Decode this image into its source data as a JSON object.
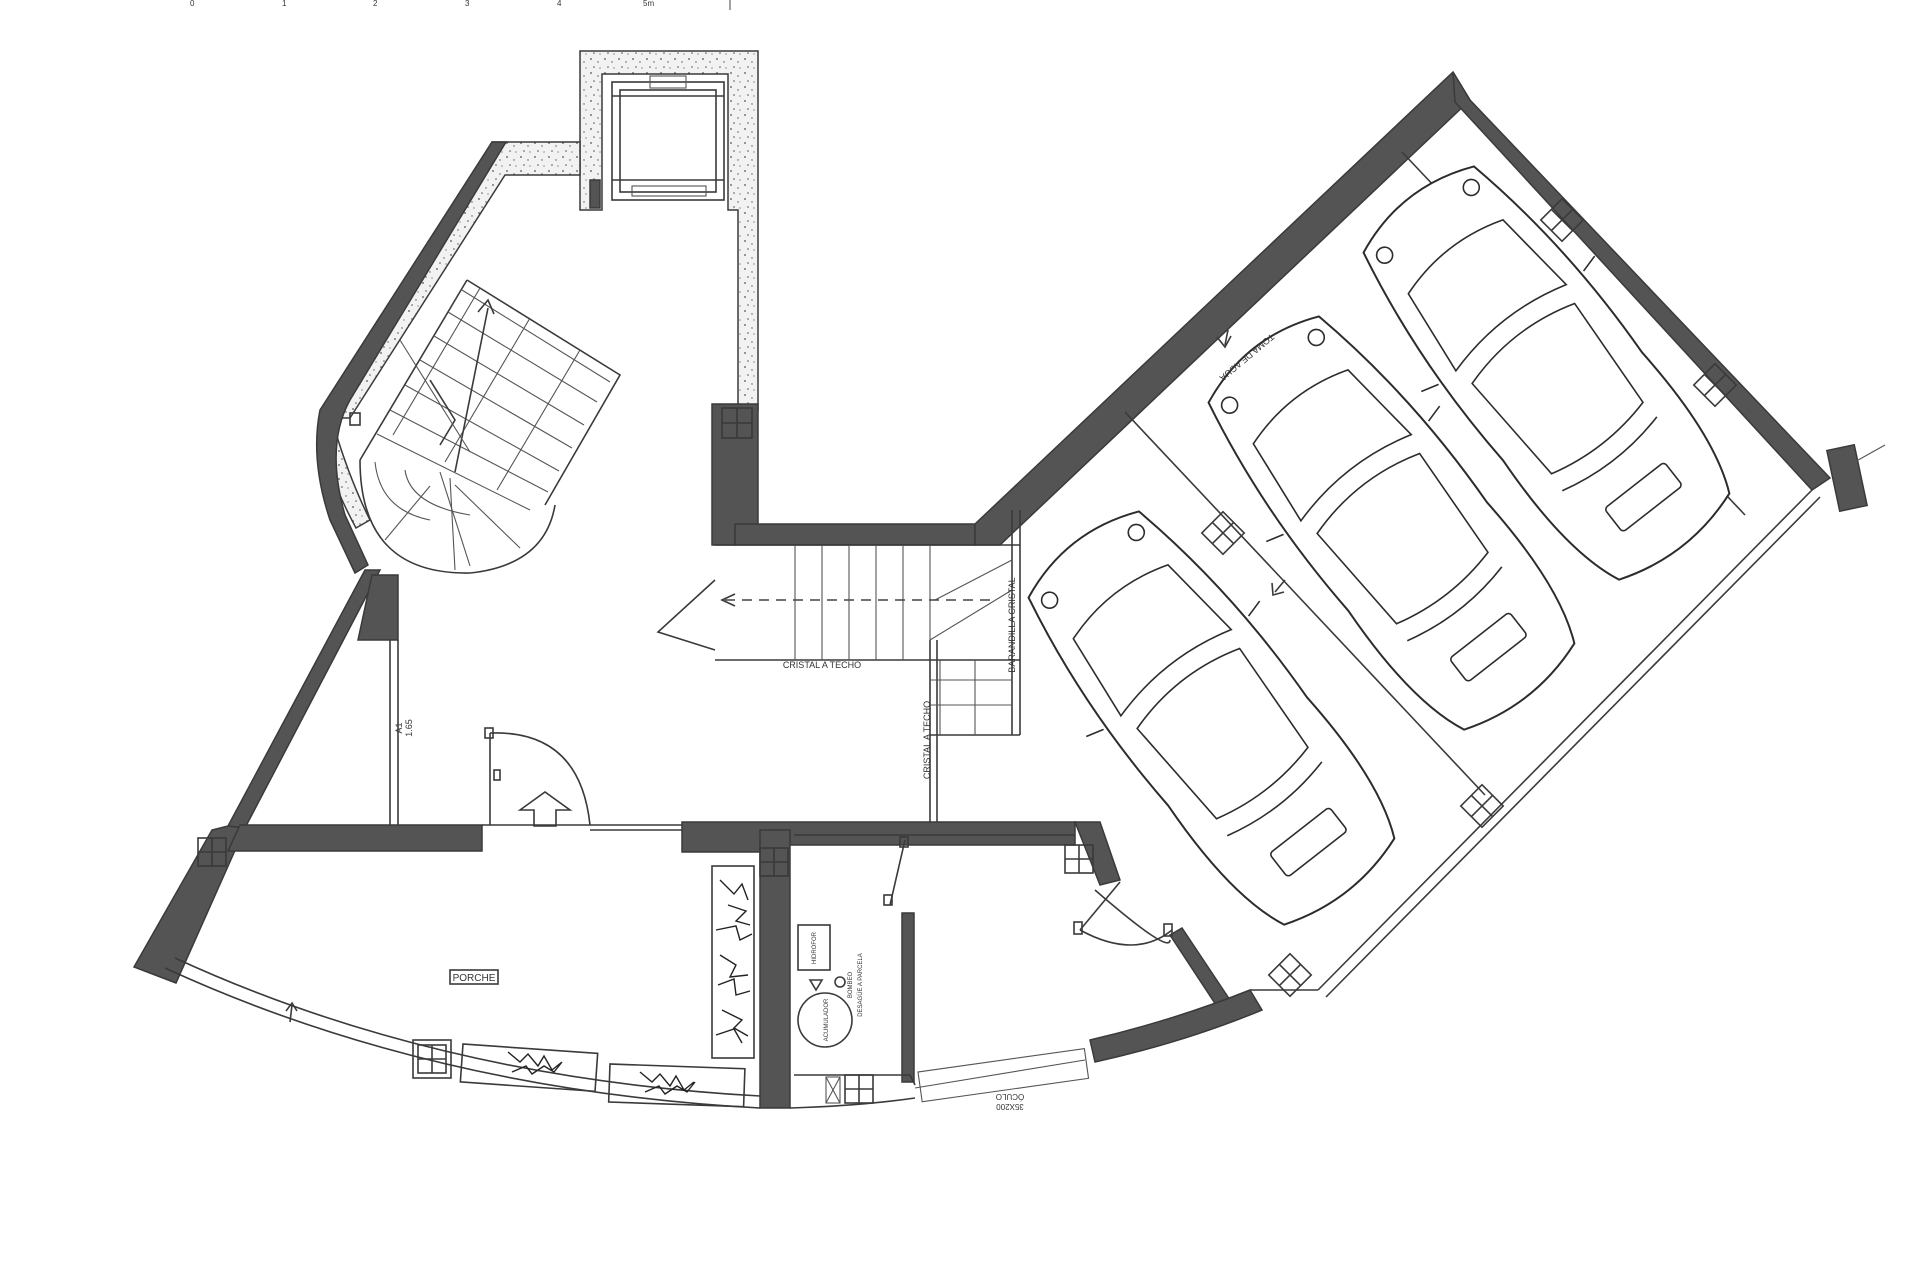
{
  "scale_bar": {
    "ticks": [
      "0",
      "1",
      "2",
      "3",
      "4",
      "5m"
    ]
  },
  "labels": {
    "porch": "PORCHE",
    "glass_ceiling_1": "CRISTAL A TECHO",
    "glass_ceiling_2": "CRISTAL A TECHO",
    "glass_railing": "BARANDILLA CRISTAL",
    "water_intake": "TOMA DE AGUA",
    "dim_a1": "A1",
    "dim_a1_value": "1.65",
    "hydro": "HIDROFOR",
    "accumulator": "ACUMULADOR",
    "drain_1": "BOMBEO",
    "drain_2": "DESAGÜE A PARCELA",
    "window_dim": "35X200",
    "window_name": "ÓCULO"
  },
  "colors": {
    "wall": "#545454",
    "line": "#3a3a3a",
    "background": "#ffffff"
  }
}
